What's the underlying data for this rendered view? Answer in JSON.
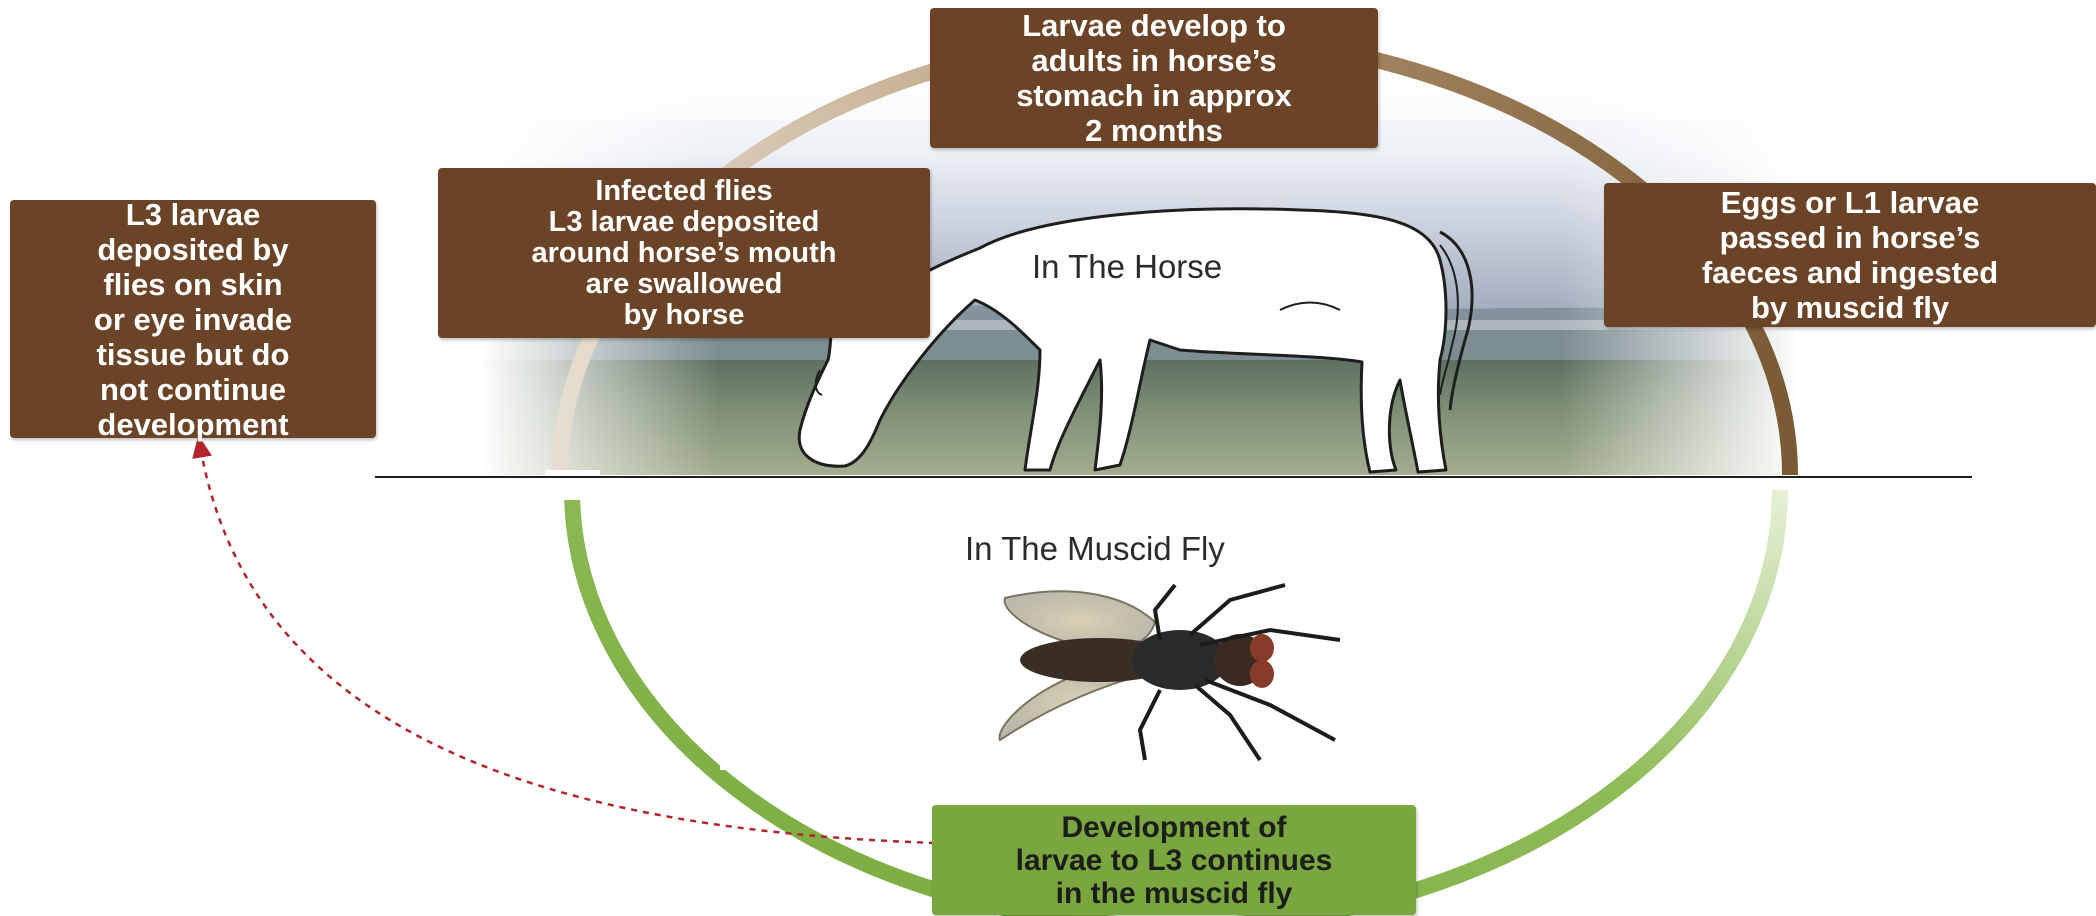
{
  "colors": {
    "brown_box": "#6b4428",
    "green_box": "#79a63f",
    "upper_arc": "#9a7b55",
    "lower_arc": "#79a63f",
    "dashed_arrow": "#b2252b"
  },
  "sections": {
    "horse": "In The Horse",
    "fly": "In The Muscid Fly"
  },
  "boxes": {
    "top": [
      "Larvae develop to",
      "adults in horse’s",
      "stomach in approx",
      "2 months"
    ],
    "infected": [
      "Infected flies",
      "L3 larvae deposited",
      "around horse’s mouth",
      "are swallowed",
      "by horse"
    ],
    "eggs": [
      "Eggs or L1 larvae",
      "passed in horse’s",
      "faeces and ingested",
      "by muscid fly"
    ],
    "skin": [
      "L3 larvae",
      "deposited by",
      "flies on skin",
      "or eye invade",
      "tissue but do",
      "not continue",
      "development"
    ],
    "development": [
      "Development of",
      "larvae to L3 continues",
      "in the muscid fly"
    ]
  },
  "illustrations": {
    "horse": "grazing-horse",
    "fly": "muscid-fly",
    "background": "pasture-sky"
  }
}
